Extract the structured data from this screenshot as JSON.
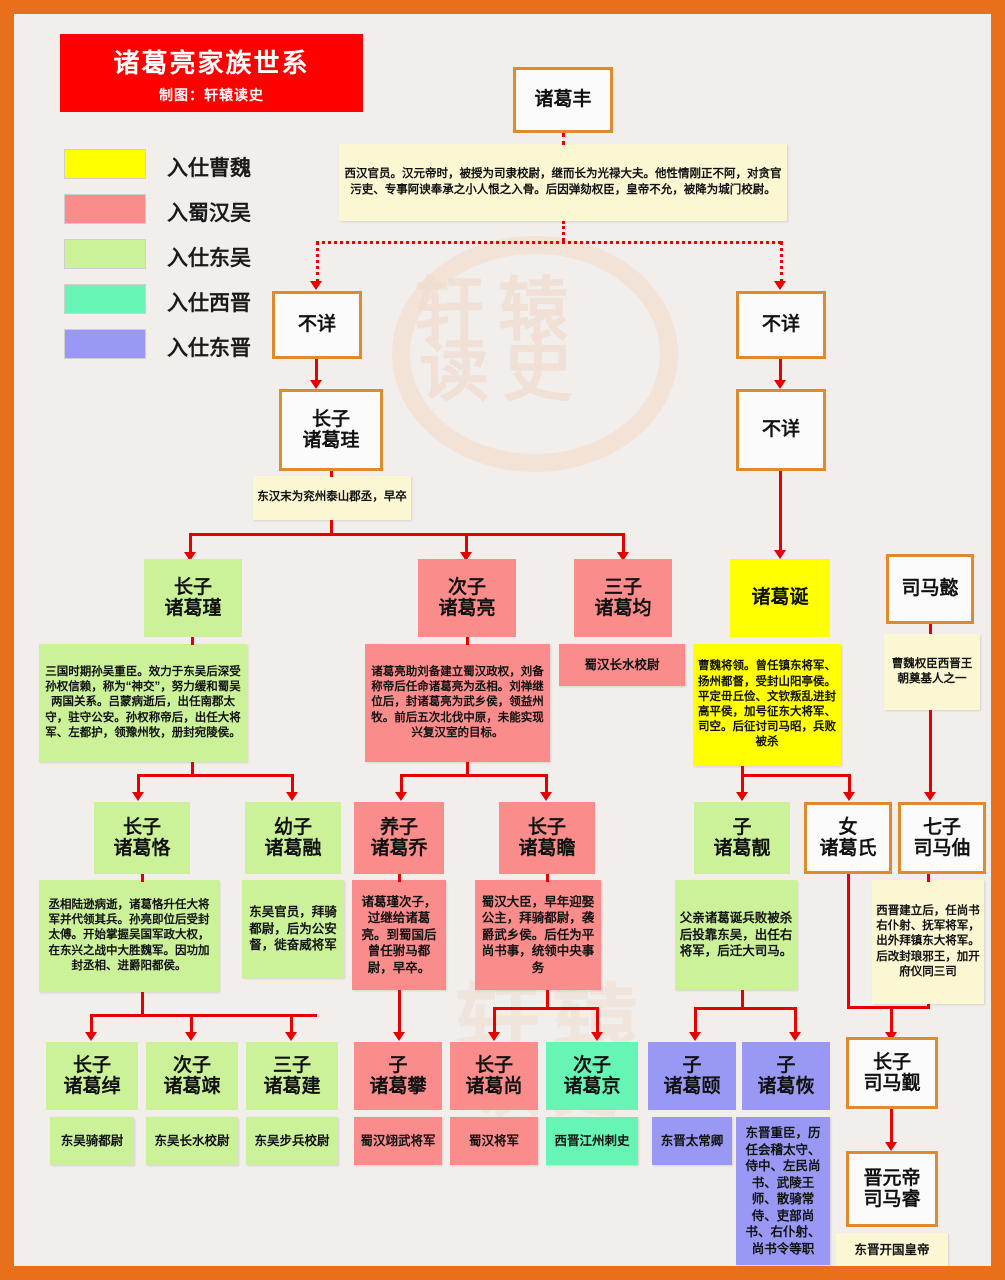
{
  "title": {
    "main": "诸葛亮家族世系",
    "credit": "制图：轩辕读史"
  },
  "legend": [
    {
      "label": "入仕曹魏",
      "color": "#ffff00"
    },
    {
      "label": "入蜀汉吴",
      "color": "#fa8c8c"
    },
    {
      "label": "入仕东吴",
      "color": "#ccf299"
    },
    {
      "label": "入仕西晋",
      "color": "#66f5b5"
    },
    {
      "label": "入仕东晋",
      "color": "#9999f5"
    }
  ],
  "watermark": {
    "w1": "轩",
    "w2": "辕",
    "w3": "读",
    "w4": "史",
    "w5": "轩辕",
    "w6": "读史"
  },
  "nodes": {
    "zhugefeng": {
      "name": "诸葛丰"
    },
    "zhugefeng_desc": "西汉官员。汉元帝时，被授为司隶校尉，继而长为光禄大夫。他性情刚正不阿，对贪官污吏、专事阿谀奉承之小人恨之入骨。后因弹劾权臣，皇帝不允，被降为城门校尉。",
    "unknown_l1": "不详",
    "unknown_r1": "不详",
    "unknown_r2": "不详",
    "zhugegui": {
      "rank": "长子",
      "name": "诸葛珪"
    },
    "zhugegui_desc": "东汉末为兖州泰山郡丞，早卒",
    "zhugejin": {
      "rank": "长子",
      "name": "诸葛瑾"
    },
    "zhugejin_desc": "三国时期孙吴重臣。效力于东吴后深受孙权信赖，称为“神交”，努力缓和蜀吴两国关系。吕蒙病逝后，出任南郡太守，驻守公安。孙权称帝后，出任大将军、左都护，领豫州牧，册封宛陵侯。",
    "zhugeliang": {
      "rank": "次子",
      "name": "诸葛亮"
    },
    "zhugeliang_desc": "诸葛亮助刘备建立蜀汉政权，刘备称帝后任命诸葛亮为丞相。刘禅继位后，封诸葛亮为武乡侯，领益州牧。前后五次北伐中原，未能实现兴复汉室的目标。",
    "zhugejun": {
      "rank": "三子",
      "name": "诸葛均"
    },
    "zhugejun_desc": "蜀汉长水校尉",
    "zhugedan": {
      "name": "诸葛诞"
    },
    "zhugedan_desc": "曹魏将领。曾任镇东将军、扬州都督，受封山阳亭侯。平定毌丘俭、文钦叛乱进封高平侯，加号征东大将军、司空。后征讨司马昭，兵败被杀",
    "simayi": {
      "name": "司马懿"
    },
    "simayi_desc": "曹魏权臣西晋王朝奠基人之一",
    "zhugeke": {
      "rank": "长子",
      "name": "诸葛恪"
    },
    "zhugeke_desc": "丞相陆逊病逝，诸葛恪升任大将军并代领其兵。孙亮即位后受封太傅。开始掌握吴国军政大权，在东兴之战中大胜魏军。因功加封丞相、进爵阳都侯。",
    "zhugerong": {
      "rank": "幼子",
      "name": "诸葛融"
    },
    "zhugerong_desc": "东吴官员，拜骑都尉，后为公安督，徙奋威将军",
    "zhugeqiao": {
      "rank": "养子",
      "name": "诸葛乔"
    },
    "zhugeqiao_desc": "诸葛瑾次子，过继给诸葛亮。到蜀国后曾任驸马都尉，早卒。",
    "zhugezhan": {
      "rank": "长子",
      "name": "诸葛瞻"
    },
    "zhugezhan_desc": "蜀汉大臣，早年迎娶公主，拜骑都尉，袭爵武乡侯。后任为平尚书事，统领中央事务",
    "zhugeliang_jing": {
      "rank": "子",
      "name": "诸葛靓"
    },
    "zhugeliang_jing_desc": "父亲诸葛诞兵败被杀后投靠东吴，出任右将军，后迁大司马。",
    "zhugeshi": {
      "rank": "女",
      "name": "诸葛氏"
    },
    "simazhou": {
      "rank": "七子",
      "name": "司马伷"
    },
    "simazhou_desc": "西晋建立后，任尚书右仆射、抚军将军，出外拜镇东大将军。后改封琅邪王，加开府仪同三司",
    "zhugechuo": {
      "rank": "长子",
      "name": "诸葛绰"
    },
    "zhugechuo_desc": "东吴骑都尉",
    "zhugesong": {
      "rank": "次子",
      "name": "诸葛竦"
    },
    "zhugesong_desc": "东吴长水校尉",
    "zhugejian": {
      "rank": "三子",
      "name": "诸葛建"
    },
    "zhugejian_desc": "东吴步兵校尉",
    "zhugepan": {
      "rank": "子",
      "name": "诸葛攀"
    },
    "zhugepan_desc": "蜀汉翊武将军",
    "zhugeshang": {
      "rank": "长子",
      "name": "诸葛尚"
    },
    "zhugeshang_desc": "蜀汉将军",
    "zhugejing": {
      "rank": "次子",
      "name": "诸葛京"
    },
    "zhugejing_desc": "西晋江州刺史",
    "zhugeyi": {
      "rank": "子",
      "name": "诸葛颐"
    },
    "zhugeyi_desc": "东晋太常卿",
    "zhugehui": {
      "rank": "子",
      "name": "诸葛恢"
    },
    "zhugehui_desc": "东晋重臣，历任会稽太守、侍中、左民尚书、武陵王师、散骑常侍、吏部尚书、右仆射、尚书令等职",
    "simajin": {
      "rank": "长子",
      "name": "司马觐"
    },
    "simarui": {
      "rank": "晋元帝",
      "name": "司马睿"
    },
    "simarui_desc": "东晋开国皇帝"
  }
}
